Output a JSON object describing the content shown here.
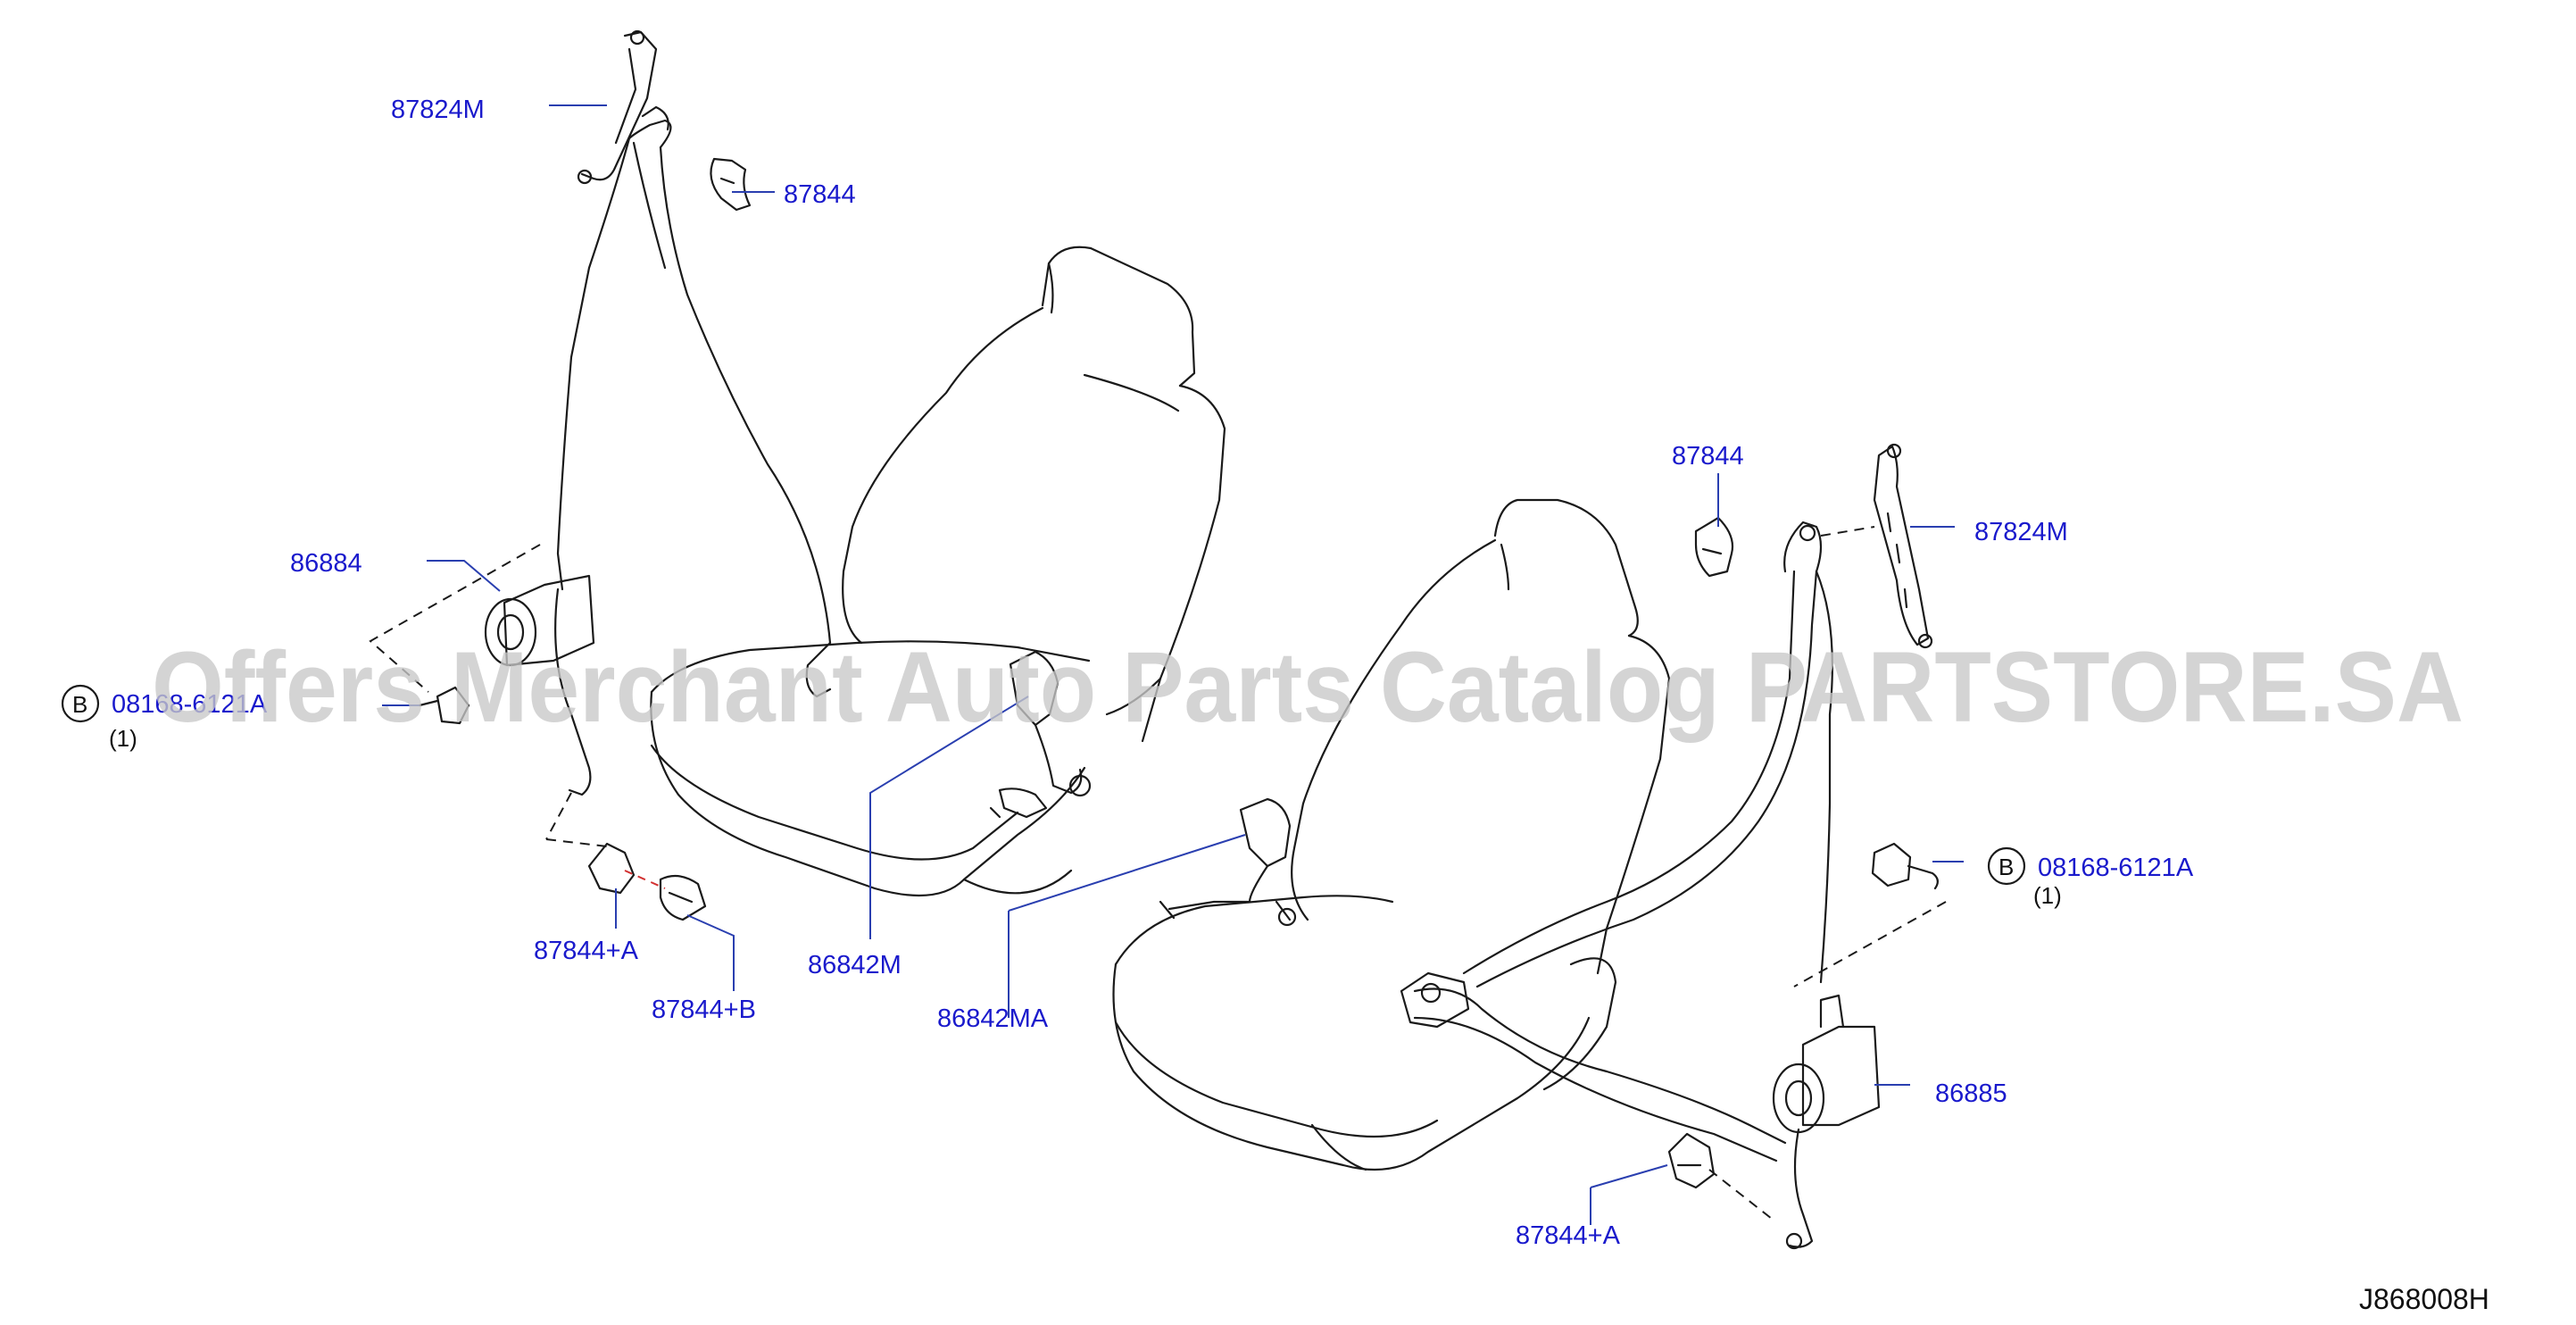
{
  "diagram": {
    "code": "J868008H",
    "watermark": "Offers Merchant Auto Parts Catalog PARTSTORE.SA",
    "labels": {
      "left_anchor_cover": "87824M",
      "left_guide": "87844",
      "left_retractor": "86884",
      "left_bolt_code": "08168-6121A",
      "left_bolt_qty": "(1)",
      "left_cover_a": "87844+A",
      "left_cover_b": "87844+B",
      "left_buckle": "86842M",
      "right_buckle": "86842MA",
      "right_guide": "87844",
      "right_anchor_cover": "87824M",
      "right_bolt_code": "08168-6121A",
      "right_bolt_qty": "(1)",
      "right_retractor": "86885",
      "right_cover_a": "87844+A"
    },
    "bolt_badge_letter": "B"
  }
}
